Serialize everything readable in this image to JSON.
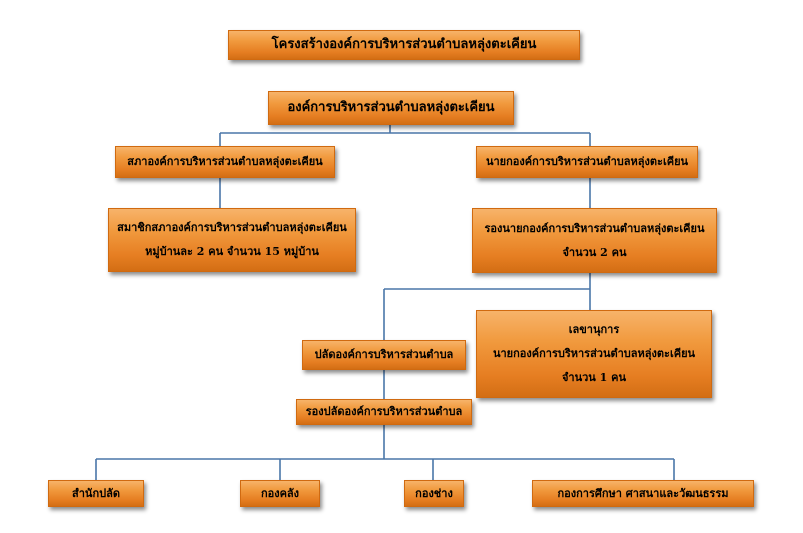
{
  "title": "โครงสร้างองค์การบริหารส่วนตำบลหลุ่งตะเคียน",
  "root": "องค์การบริหารส่วนตำบลหลุ่งตะเคียน",
  "council": "สภาองค์การบริหารส่วนตำบลหลุ่งตะเคียน",
  "mayor": "นายกองค์การบริหารส่วนตำบลหลุ่งตะเคียน",
  "council_members": {
    "line1": "สมาชิกสภาองค์การบริหารส่วนตำบลหลุ่งตะเคียน",
    "line2": "หมู่บ้านละ 2 คน จำนวน 15 หมู่บ้าน"
  },
  "deputy_mayor": {
    "line1": "รองนายกองค์การบริหารส่วนตำบลหลุ่งตะเคียน",
    "line2": "จำนวน 2 คน"
  },
  "secretary": {
    "line1": "เลขานุการ",
    "line2": "นายกองค์การบริหารส่วนตำบลหลุ่งตะเคียน",
    "line3": "จำนวน 1 คน"
  },
  "clerk": "ปลัดองค์การบริหารส่วนตำบล",
  "deputy_clerk": "รองปลัดองค์การบริหารส่วนตำบล",
  "departments": [
    "สำนักปลัด",
    "กองคลัง",
    "กองช่าง",
    "กองการศึกษา ศาสนาและวัฒนธรรม"
  ]
}
